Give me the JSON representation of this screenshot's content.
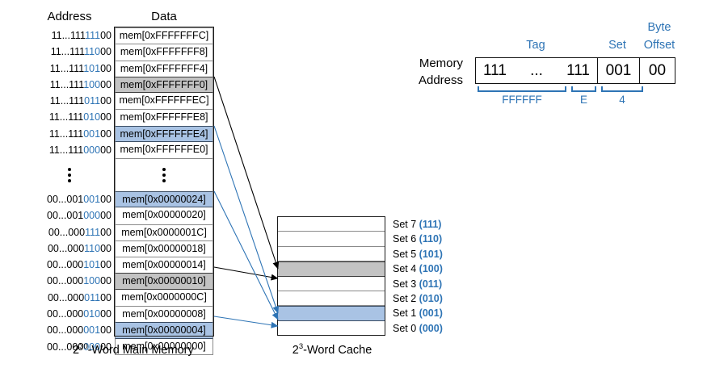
{
  "headers": {
    "address": "Address",
    "data": "Data"
  },
  "memory": {
    "caption_base": "2",
    "caption_exp": "30",
    "caption_rest": "-Word Main Memory",
    "rows": [
      {
        "addr_prefix": "11...111",
        "addr_set": "111",
        "addr_off": "00",
        "data": "mem[0xFFFFFFFC]",
        "highlight": "none"
      },
      {
        "addr_prefix": "11...111",
        "addr_set": "110",
        "addr_off": "00",
        "data": "mem[0xFFFFFFF8]",
        "highlight": "none"
      },
      {
        "addr_prefix": "11...111",
        "addr_set": "101",
        "addr_off": "00",
        "data": "mem[0xFFFFFFF4]",
        "highlight": "none"
      },
      {
        "addr_prefix": "11...111",
        "addr_set": "100",
        "addr_off": "00",
        "data": "mem[0xFFFFFFF0]",
        "highlight": "gray"
      },
      {
        "addr_prefix": "11...111",
        "addr_set": "011",
        "addr_off": "00",
        "data": "mem[0xFFFFFFEC]",
        "highlight": "none"
      },
      {
        "addr_prefix": "11...111",
        "addr_set": "010",
        "addr_off": "00",
        "data": "mem[0xFFFFFFE8]",
        "highlight": "none"
      },
      {
        "addr_prefix": "11...111",
        "addr_set": "001",
        "addr_off": "00",
        "data": "mem[0xFFFFFFE4]",
        "highlight": "blue"
      },
      {
        "addr_prefix": "11...111",
        "addr_set": "000",
        "addr_off": "00",
        "data": "mem[0xFFFFFFE0]",
        "highlight": "none"
      },
      {
        "addr_prefix": "00...001",
        "addr_set": "001",
        "addr_off": "00",
        "data": "mem[0x00000024]",
        "highlight": "blue"
      },
      {
        "addr_prefix": "00...001",
        "addr_set": "000",
        "addr_off": "00",
        "data": "mem[0x00000020]",
        "highlight": "none"
      },
      {
        "addr_prefix": "00...000",
        "addr_set": "111",
        "addr_off": "00",
        "data": "mem[0x0000001C]",
        "highlight": "none"
      },
      {
        "addr_prefix": "00...000",
        "addr_set": "110",
        "addr_off": "00",
        "data": "mem[0x00000018]",
        "highlight": "none"
      },
      {
        "addr_prefix": "00...000",
        "addr_set": "101",
        "addr_off": "00",
        "data": "mem[0x00000014]",
        "highlight": "none"
      },
      {
        "addr_prefix": "00...000",
        "addr_set": "100",
        "addr_off": "00",
        "data": "mem[0x00000010]",
        "highlight": "gray"
      },
      {
        "addr_prefix": "00...000",
        "addr_set": "011",
        "addr_off": "00",
        "data": "mem[0x0000000C]",
        "highlight": "none"
      },
      {
        "addr_prefix": "00...000",
        "addr_set": "010",
        "addr_off": "00",
        "data": "mem[0x00000008]",
        "highlight": "none"
      },
      {
        "addr_prefix": "00...000",
        "addr_set": "001",
        "addr_off": "00",
        "data": "mem[0x00000004]",
        "highlight": "blue"
      },
      {
        "addr_prefix": "00...000",
        "addr_set": "000",
        "addr_off": "00",
        "data": "mem[0x00000000]",
        "highlight": "none"
      }
    ],
    "ellipsis_after_row_index": 7
  },
  "cache": {
    "caption_base": "2",
    "caption_exp": "3",
    "caption_rest": "-Word Cache",
    "sets": [
      {
        "label": "Set 7",
        "binary": "(111)",
        "highlight": "none"
      },
      {
        "label": "Set 6",
        "binary": "(110)",
        "highlight": "none"
      },
      {
        "label": "Set 5",
        "binary": "(101)",
        "highlight": "none"
      },
      {
        "label": "Set 4",
        "binary": "(100)",
        "highlight": "gray"
      },
      {
        "label": "Set 3",
        "binary": "(011)",
        "highlight": "none"
      },
      {
        "label": "Set 2",
        "binary": "(010)",
        "highlight": "none"
      },
      {
        "label": "Set 1",
        "binary": "(001)",
        "highlight": "blue"
      },
      {
        "label": "Set 0",
        "binary": "(000)",
        "highlight": "none"
      }
    ]
  },
  "address_breakdown": {
    "label_line1": "Memory",
    "label_line2": "Address",
    "field_tag": "Tag",
    "field_set": "Set",
    "field_byte": "Byte",
    "field_offset": "Offset",
    "tag_left": "111",
    "tag_dots": "...",
    "tag_right": "111",
    "set_value": "001",
    "offset_value": "00",
    "hex_tag": "FFFFFF",
    "hex_set": "E",
    "hex_offset": "4"
  },
  "colors": {
    "highlight_gray": "#c3c3c3",
    "highlight_blue": "#a9c3e4",
    "accent_blue": "#2E74B5",
    "arrow_black": "#000000",
    "arrow_blue": "#2E74B5"
  }
}
